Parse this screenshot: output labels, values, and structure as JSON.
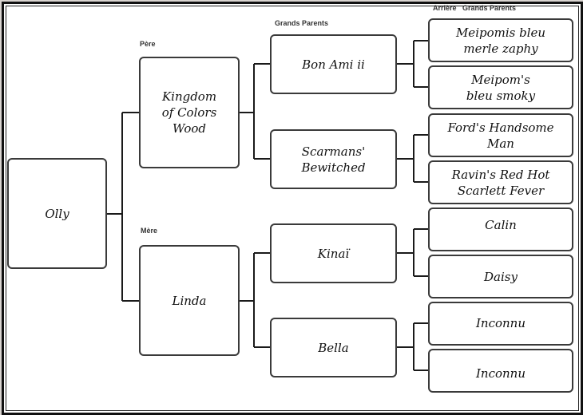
{
  "headers": {
    "father": "Père",
    "mother": "Mère",
    "grandparents": "Grands Parents",
    "great_grandparents": "Arrière   Grands Parents"
  },
  "subject": {
    "name": "Olly"
  },
  "parents": {
    "father": {
      "name": "Kingdom\nof Colors\n Wood"
    },
    "mother": {
      "name": "Linda"
    }
  },
  "grandparents": [
    {
      "name": "Bon Ami ii"
    },
    {
      "name": "Scarmans'\nBewitched"
    },
    {
      "name": "Kinaï"
    },
    {
      "name": "Bella"
    }
  ],
  "great_grandparents": [
    {
      "name": "Meipomis bleu\nmerle zaphy"
    },
    {
      "name": "Meipom's\nbleu smoky"
    },
    {
      "name": "Ford's Handsome\nMan"
    },
    {
      "name": "Ravin's Red Hot\nScarlett Fever"
    },
    {
      "name": "Calin"
    },
    {
      "name": "Daisy"
    },
    {
      "name": "Inconnu"
    },
    {
      "name": "Inconnu"
    }
  ]
}
